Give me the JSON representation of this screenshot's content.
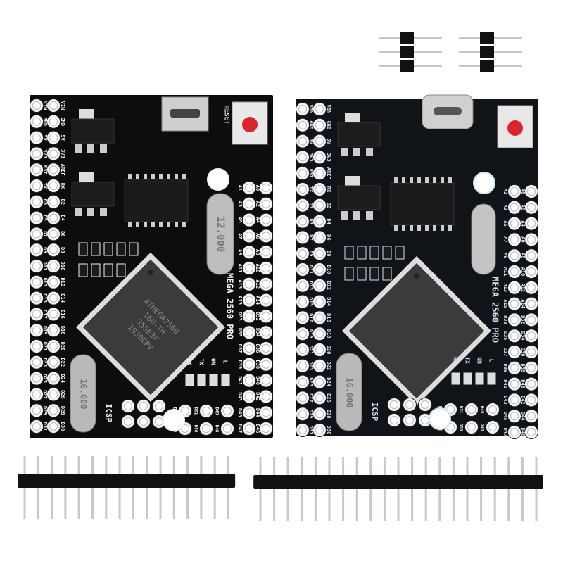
{
  "colors": {
    "pcb_left": "#0d0d0d",
    "pcb_right": "#101418",
    "silk_left": "#f2f2f2",
    "silk_right": "#cfe3f0",
    "reset_cap": "#d8262c",
    "pin_metal": "#c8c8c8",
    "header_plastic": "#111111"
  },
  "boards": [
    {
      "model_label": "MEGA 2560 PRO",
      "chip_text": [
        "ATMEGA2560",
        "16U-TH",
        "355E3F",
        "1930EPV"
      ],
      "crystal_main": "12.000",
      "crystal_small": "16.000",
      "reset_label": "RESET",
      "icsp_label": "ICSP",
      "usb_type": "micro-usb",
      "leds": [
        "RX",
        "TX",
        "ON",
        "L"
      ],
      "left_outer_labels": [
        "VIN",
        "GND",
        "5V",
        "3V3",
        "RST",
        "TX",
        "D3",
        "D5",
        "D7",
        "D9",
        "D11",
        "D13",
        "D15",
        "D17",
        "D19",
        "D21",
        "D23",
        "D25",
        "D27",
        "D29",
        "D31"
      ],
      "left_inner_labels": [
        "VIN",
        "GND",
        "5V",
        "3V3",
        "AREF",
        "RX",
        "D2",
        "D4",
        "D6",
        "D8",
        "D10",
        "D12",
        "D14",
        "D16",
        "D18",
        "D20",
        "D22",
        "D24",
        "D26",
        "D28",
        "D30"
      ],
      "right_inner_labels": [
        "A1",
        "A3",
        "A5",
        "A7",
        "A9",
        "A11",
        "A13",
        "A15",
        "D33",
        "D35",
        "D37",
        "D39",
        "D41",
        "D43",
        "D45",
        "D47"
      ],
      "right_outer_labels": [
        "A0",
        "A2",
        "A4",
        "A6",
        "A8",
        "A10",
        "A12",
        "A14",
        "D32",
        "D34",
        "D36",
        "D38",
        "D40",
        "D42",
        "D44",
        "D46"
      ],
      "bottom_labels": [
        "D53",
        "D51",
        "D49",
        "D52",
        "D50",
        "D48"
      ]
    },
    {
      "model_label": "MEGA 2560 PRO",
      "crystal_small": "16.000",
      "icsp_label": "ICSP",
      "usb_type": "usb-c",
      "leds": [
        "RX",
        "TX",
        "ON",
        "L"
      ],
      "left_outer_labels": [
        "VIN",
        "GND",
        "5V",
        "3V3",
        "RST",
        "TX",
        "D3",
        "D5",
        "D7",
        "D9",
        "D11",
        "D13",
        "D15",
        "D17",
        "D19",
        "D21",
        "D23",
        "D25",
        "D27",
        "D29",
        "D31"
      ],
      "left_inner_labels": [
        "VIN",
        "GND",
        "5V",
        "3V3",
        "AREF",
        "RX",
        "D2",
        "D4",
        "D6",
        "D8",
        "D10",
        "D12",
        "D14",
        "D16",
        "D18",
        "D20",
        "D22",
        "D24",
        "D26",
        "D28",
        "D30"
      ],
      "right_inner_labels": [
        "A1",
        "A3",
        "A5",
        "A7",
        "A9",
        "A11",
        "A13",
        "A15",
        "D33",
        "D35",
        "D37",
        "D39",
        "D41",
        "D43",
        "D45",
        "D47"
      ],
      "right_outer_labels": [
        "A0",
        "A2",
        "A4",
        "A6",
        "A8",
        "A10",
        "A12",
        "A14",
        "D32",
        "D34",
        "D36",
        "D38",
        "D40",
        "D42",
        "D44",
        "D46"
      ],
      "bottom_labels": [
        "D53",
        "D51",
        "D49",
        "D52",
        "D50",
        "D48"
      ]
    }
  ],
  "headers": {
    "long_strip_left_pins": 16,
    "long_strip_right_pins": 21,
    "small_strips": 2,
    "small_strip_pins": 3
  }
}
